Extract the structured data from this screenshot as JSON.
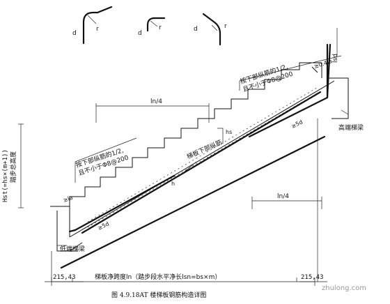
{
  "hook_labels": {
    "d": "d",
    "r": "r"
  },
  "labels": {
    "lsd": "lsd",
    "zero_four_la": "≥0.4la",
    "high_beam": "高端梯梁",
    "low_beam": "低端梯梁",
    "note_top_1": "按下部纵筋的1/2,",
    "note_top_2": "且不小于Φ8@200",
    "note_left_1": "按下部纵筋的1/2,",
    "note_left_2": "且不小于Φ8@200",
    "ln4_top": "ln/4",
    "ln4_bottom": "ln/4",
    "hs": "hs",
    "bottom_bar": "梯板下部纵筋",
    "h": "h",
    "five_d_top": "≥5d",
    "five_d_bottom": "≥5d",
    "la_left": "≥la",
    "hst": "Hst(=hs×(m+1))",
    "step_height": "踏步总高度",
    "span": "梯板净跨度ln（踏步段水平净长lsn=bs×m）",
    "dim_left": "215,43",
    "dim_right": "215,43",
    "caption": "图 4.9.18AT  楼梯板钢筋构造详图",
    "watermark": "zhulong.com"
  }
}
